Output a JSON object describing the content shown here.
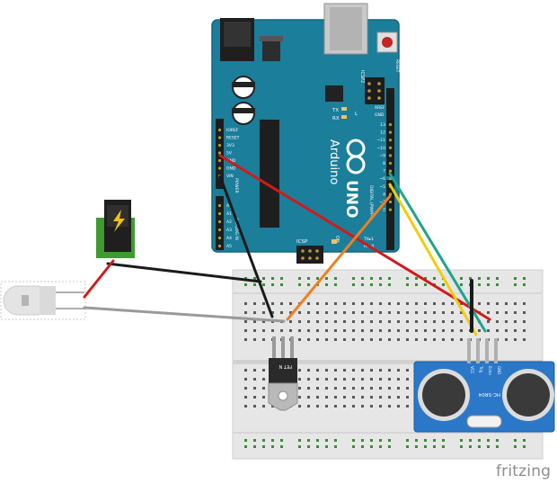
{
  "board": {
    "brand": "Arduino",
    "model": "UNO",
    "on_label": "ON",
    "reset_label": "RESET",
    "icsp_label": "ICSP",
    "icsp2_label": "ICSP2",
    "tx_label": "TX",
    "rx_label": "RX",
    "l_label": "L",
    "aref_label": "AREF",
    "gnd_label": "GND",
    "digital_label": "DIGITAL (PWM~)",
    "power_label": "POWER",
    "analog_label": "ANALOG IN",
    "txd_label": "TX▸1",
    "rxd_label": "RX◂0",
    "power_pins": [
      "IOREF",
      "RESET",
      "3V3",
      "5V",
      "GND",
      "GND",
      "VIN"
    ],
    "analog_pins": [
      "A0",
      "A1",
      "A2",
      "A3",
      "A4",
      "A5"
    ],
    "digital_pins": [
      "13",
      "12",
      "~11",
      "~10",
      "~9",
      "8",
      "7",
      "~6",
      "~5",
      "4",
      "~3",
      "2"
    ]
  },
  "mosfet": {
    "label": "FET N"
  },
  "sensor": {
    "label": "HC-SR04",
    "pins": [
      "VCC",
      "Trig",
      "Echo",
      "GND"
    ]
  },
  "watermark": "fritzing",
  "colors": {
    "arduino_blue": "#1b7e9a",
    "breadboard": "#e5e5e5",
    "sensor_blue": "#2b78c9",
    "wire_red": "#d11a1a",
    "wire_black": "#1a1a1a",
    "wire_orange": "#f08020",
    "wire_yellow": "#f2cc10",
    "wire_green": "#1fa48c",
    "wire_gray": "#9a9a9a",
    "jack_green": "#3f9a32"
  }
}
